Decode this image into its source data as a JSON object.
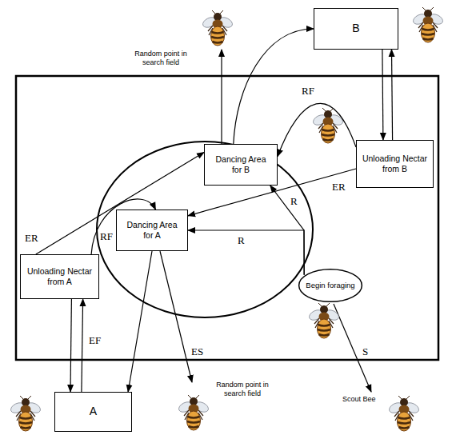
{
  "diagram": {
    "nodes": [
      {
        "text": [
          "B"
        ]
      },
      {
        "text": [
          "Dancing Area for B"
        ]
      },
      {
        "text": [
          "Unloading Nectar from B"
        ]
      },
      {
        "text": [
          "Dancing Area for A"
        ]
      },
      {
        "text": [
          "Unloading Nectar from A"
        ]
      },
      {
        "text": [
          "Begin foraging"
        ]
      },
      {
        "text": [
          "A"
        ]
      }
    ],
    "edges": [
      {
        "from": 1,
        "to": 0,
        "arrow": "to"
      },
      {
        "from": 0,
        "to": 2,
        "arrow": "to"
      },
      {
        "from": 2,
        "to": 0,
        "arrow": "to"
      },
      {
        "from": 2,
        "to": 1,
        "label": "RF",
        "arrow": "to"
      },
      {
        "from": 2,
        "to": 3,
        "label": "ER",
        "arrow": "to"
      },
      {
        "from": 4,
        "to": 1,
        "label": "ER",
        "arrow": "to"
      },
      {
        "from": 4,
        "to": 3,
        "label": "RF",
        "arrow": "to"
      },
      {
        "from": 4,
        "to": 6,
        "arrow": "to"
      },
      {
        "from": 6,
        "to": 4,
        "label": "EF",
        "arrow": "to"
      },
      {
        "from": 3,
        "to": 6,
        "arrow": "to"
      },
      {
        "from": 5,
        "to": 3,
        "label": "R",
        "arrow": "to"
      },
      {
        "from": 5,
        "to": 1,
        "label": "R",
        "arrow": "to"
      }
    ],
    "labels": [
      "Random point in search field",
      "Random point in search field",
      "ES",
      "Scout Bee",
      "S"
    ]
  }
}
